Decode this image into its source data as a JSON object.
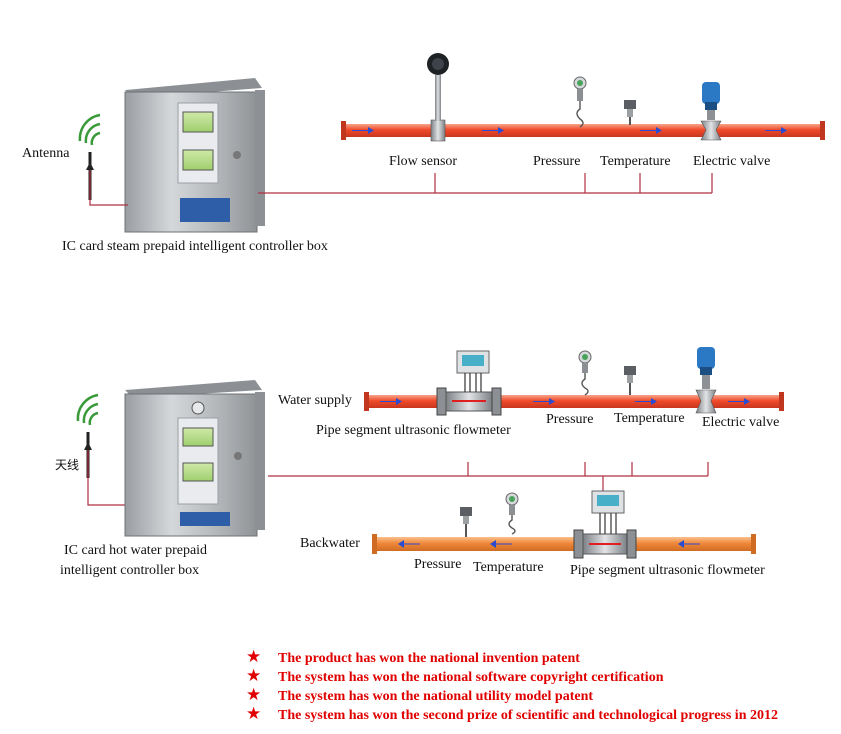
{
  "colors": {
    "pipe_red": "#ef4a2a",
    "pipe_orange": "#f0883a",
    "signal_wire": "#b03040",
    "award_red": "#e00000",
    "flow_arrow": "#2a4bd0",
    "cabinet_steel": "#b9bcbf"
  },
  "steam_system": {
    "antenna_label": "Antenna",
    "box_label": "IC card steam prepaid intelligent controller box",
    "devices": {
      "flow_sensor": "Flow sensor",
      "pressure": "Pressure",
      "temperature": "Temperature",
      "electric_valve": "Electric valve"
    }
  },
  "hot_water_system": {
    "antenna_label": "天线",
    "box_label_line1": "IC card hot water prepaid",
    "box_label_line2": "intelligent controller box",
    "supply": {
      "label": "Water supply",
      "flowmeter": "Pipe segment  ultrasonic flowmeter",
      "pressure": "Pressure",
      "temperature": "Temperature",
      "electric_valve": "Electric valve"
    },
    "return": {
      "label": "Backwater",
      "pressure": "Pressure",
      "temperature": "Temperature",
      "flowmeter": "Pipe segment  ultrasonic flowmeter"
    }
  },
  "awards": [
    "The product has won the national invention patent",
    "The system has won the national software copyright certification",
    "The system has won the national utility model patent",
    "The system has won the second prize of scientific and technological progress in 2012"
  ],
  "icons": {
    "award_marker": "★"
  }
}
